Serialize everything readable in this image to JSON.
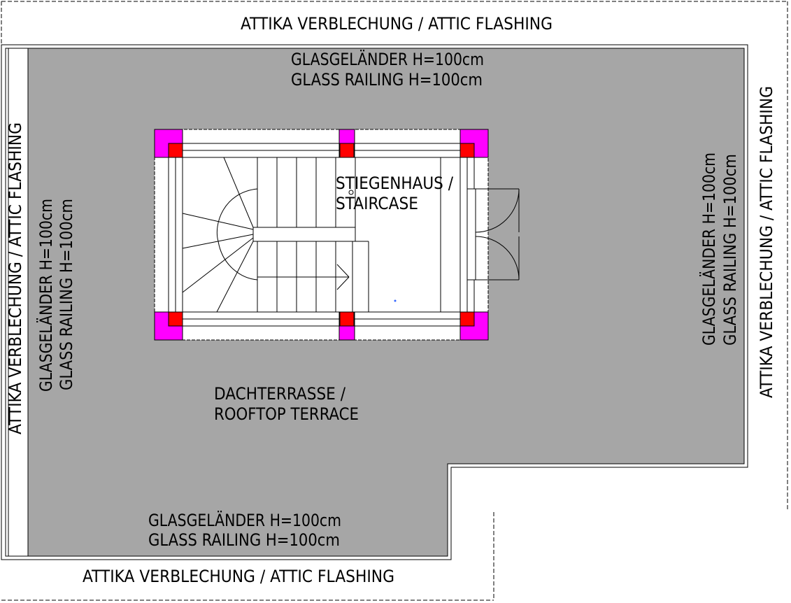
{
  "labels": {
    "attic_top": "ATTIKA VERBLECHUNG / ATTIC FLASHING",
    "attic_bottom": "ATTIKA VERBLECHUNG / ATTIC FLASHING",
    "attic_left": "ATTIKA VERBLECHUNG / ATTIC FLASHING",
    "attic_right": "ATTIKA VERBLECHUNG / ATTIC FLASHING",
    "railing_top_de": "GLASGELÄNDER H=100cm",
    "railing_top_en": "GLASS RAILING  H=100cm",
    "railing_bottom_de": "GLASGELÄNDER H=100cm",
    "railing_bottom_en": "GLASS RAILING  H=100cm",
    "railing_left_de": "GLASGELÄNDER H=100cm",
    "railing_left_en": "GLASS RAILING  H=100cm",
    "railing_right_de": "GLASGELÄNDER H=100cm",
    "railing_right_en": "GLASS RAILING  H=100cm",
    "staircase_line1": "STIEGENHAUS /",
    "staircase_line2": "STAIRCASE",
    "terrace_line1": "DACHTERRASSE /",
    "terrace_line2": "ROOFTOP TERRACE"
  },
  "colors": {
    "terrace_fill": "#a6a6a6",
    "column_magenta": "#ff00ff",
    "column_red": "#ff0000",
    "line": "#000000",
    "paper": "#ffffff"
  }
}
